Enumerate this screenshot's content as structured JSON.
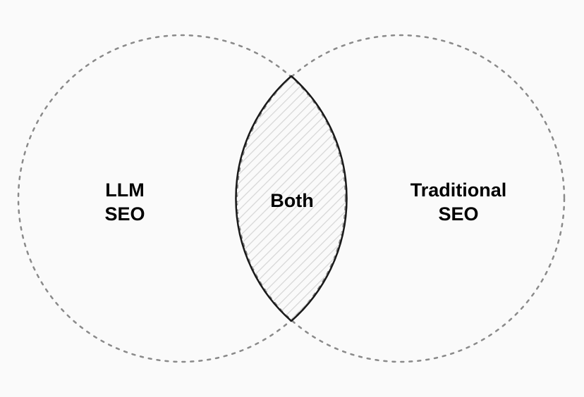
{
  "diagram": {
    "type": "venn",
    "sets": [
      {
        "id": "left",
        "label_lines": [
          "LLM",
          "SEO"
        ]
      },
      {
        "id": "right",
        "label_lines": [
          "Traditional",
          "SEO"
        ]
      }
    ],
    "intersection": {
      "label": "Both"
    },
    "colors": {
      "background": "#fafafa",
      "circle_outline": "#8a8a8a",
      "lens_outline": "#1a1a1a",
      "hatch": "#d6d6d6",
      "text": "#000000"
    }
  }
}
